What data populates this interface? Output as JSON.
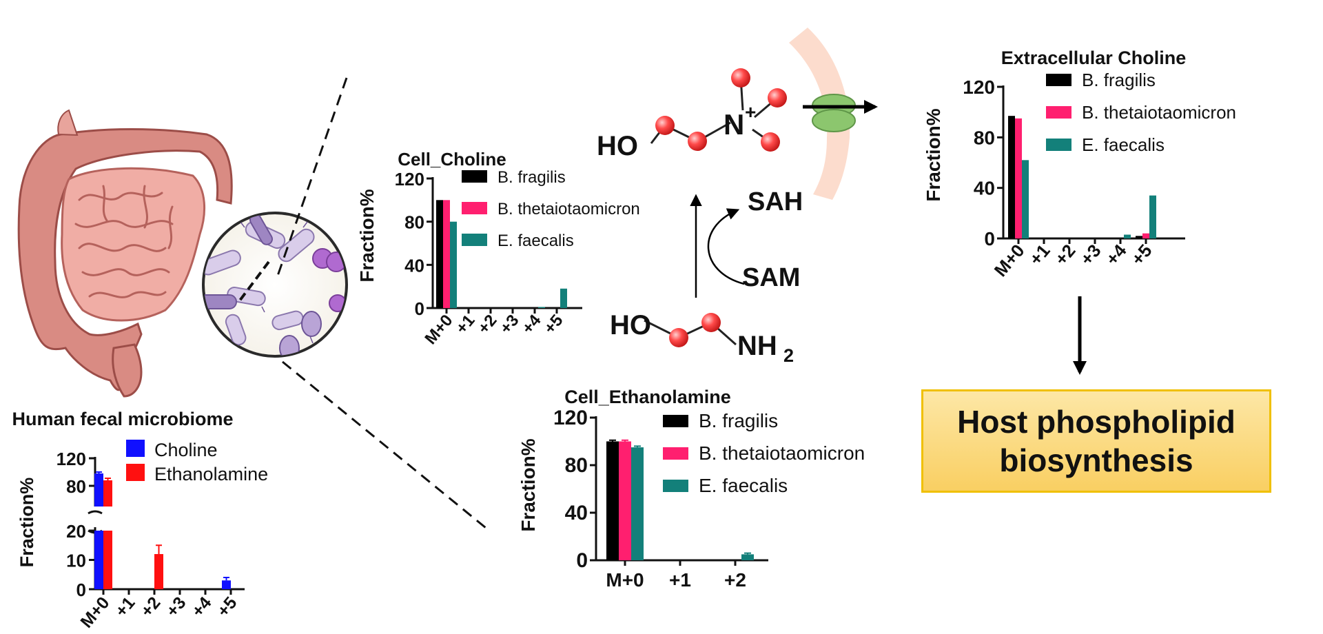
{
  "colors": {
    "b_fragilis": "#000000",
    "b_theta": "#ff1f6f",
    "e_faecalis": "#13807a",
    "choline_blue": "#1010ff",
    "ethanolamine_red": "#ff1010",
    "atom_red": "#ff3b3b",
    "membrane": "#fbd6c4",
    "transporter": "#8cc66e",
    "host_box": "#fbd874"
  },
  "molecules": {
    "choline": {
      "ho": "HO",
      "n": "N",
      "charge": "+"
    },
    "ethanolamine": {
      "ho": "HO",
      "nh": "NH",
      "sub": "2"
    },
    "sah": "SAH",
    "sam": "SAM"
  },
  "host": {
    "label": "Host phospholipid\nbiosynthesis"
  },
  "illustration": {
    "gut": "intestine-illustration",
    "bacteria": "bacteria-magnifier-illustration"
  },
  "chart_data": [
    {
      "id": "human",
      "type": "bar",
      "title": "Human fecal microbiome",
      "ylabel": "Fraction%",
      "categories": [
        "M+0",
        "+1",
        "+2",
        "+3",
        "+4",
        "+5"
      ],
      "broken_axis": true,
      "y_ticks_upper": [
        80,
        120
      ],
      "y_ticks_lower": [
        0,
        10,
        20
      ],
      "series": [
        {
          "name": "Choline",
          "values": [
            98,
            0,
            0,
            0,
            0,
            3
          ],
          "errors": [
            2,
            0,
            0,
            0,
            0,
            1
          ]
        },
        {
          "name": "Ethanolamine",
          "values": [
            88,
            0,
            12,
            0,
            0,
            0
          ],
          "errors": [
            3,
            0,
            3,
            0,
            0,
            0
          ]
        }
      ]
    },
    {
      "id": "cell_choline",
      "type": "bar",
      "title": "Cell_Choline",
      "ylabel": "Fraction%",
      "categories": [
        "M+0",
        "+1",
        "+2",
        "+3",
        "+4",
        "+5"
      ],
      "ylim": [
        0,
        120
      ],
      "y_ticks": [
        0,
        40,
        80,
        120
      ],
      "series": [
        {
          "name": "B. fragilis",
          "values": [
            100,
            0,
            0,
            0,
            0,
            0
          ]
        },
        {
          "name": "B. thetaiotaomicron",
          "values": [
            100,
            0,
            0,
            0,
            0,
            0
          ]
        },
        {
          "name": "E. faecalis",
          "values": [
            80,
            0,
            0,
            0,
            1,
            18
          ]
        }
      ]
    },
    {
      "id": "cell_ethanolamine",
      "type": "bar",
      "title": "Cell_Ethanolamine",
      "ylabel": "Fraction%",
      "categories": [
        "M+0",
        "+1",
        "+2"
      ],
      "ylim": [
        0,
        120
      ],
      "y_ticks": [
        0,
        40,
        80,
        120
      ],
      "series": [
        {
          "name": "B. fragilis",
          "values": [
            100,
            0,
            0
          ],
          "errors": [
            1,
            0,
            0
          ]
        },
        {
          "name": "B. thetaiotaomicron",
          "values": [
            100,
            0,
            0
          ],
          "errors": [
            1,
            0,
            0
          ]
        },
        {
          "name": "E. faecalis",
          "values": [
            95,
            0,
            5
          ],
          "errors": [
            1,
            0,
            1
          ]
        }
      ]
    },
    {
      "id": "extra_choline",
      "type": "bar",
      "title": "Extracellular Choline",
      "ylabel": "Fraction%",
      "categories": [
        "M+0",
        "+1",
        "+2",
        "+3",
        "+4",
        "+5"
      ],
      "ylim": [
        0,
        120
      ],
      "y_ticks": [
        0,
        40,
        80,
        120
      ],
      "series": [
        {
          "name": "B. fragilis",
          "values": [
            97,
            0,
            0,
            0,
            0,
            2
          ]
        },
        {
          "name": "B. thetaiotaomicron",
          "values": [
            95,
            0,
            0,
            0,
            0,
            4
          ]
        },
        {
          "name": "E. faecalis",
          "values": [
            62,
            0,
            0,
            0,
            3,
            34
          ]
        }
      ]
    }
  ]
}
